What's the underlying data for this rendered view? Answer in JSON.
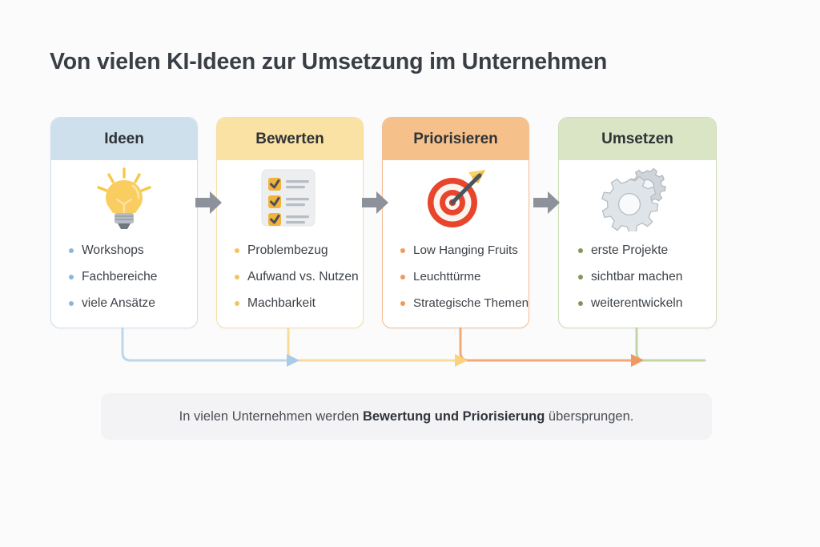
{
  "title": "Von vielen KI-Ideen zur Umsetzung im Unternehmen",
  "background_color": "#fbfbfc",
  "cards": [
    {
      "header": "Ideen",
      "icon": "lightbulb-icon",
      "header_color": "#cfe0ed",
      "border_color": "#cfe0ee",
      "bullet_color": "#8cb8d8",
      "items": [
        "Workshops",
        "Fachbereiche",
        "viele Ansätze"
      ]
    },
    {
      "header": "Bewerten",
      "icon": "checklist-icon",
      "header_color": "#fae2a4",
      "border_color": "#f6dfa6",
      "bullet_color": "#f2c462",
      "items": [
        "Problembezug",
        "Aufwand vs. Nutzen",
        "Machbarkeit"
      ]
    },
    {
      "header": "Priorisieren",
      "icon": "target-icon",
      "header_color": "#f5c08a",
      "border_color": "#f4bd92",
      "bullet_color": "#ef9a5e",
      "items": [
        "Low Hanging Fruits",
        "Leuchttürme",
        "Strategische Themen"
      ]
    },
    {
      "header": "Umsetzen",
      "icon": "gears-icon",
      "header_color": "#d9e5c4",
      "border_color": "#cfdcb8",
      "bullet_color": "#7f9a56",
      "items": [
        "erste Projekte",
        "sichtbar machen",
        "weiterentwickeln"
      ]
    }
  ],
  "step_arrows": {
    "icon": "arrow-right-icon",
    "color": "#8d9199",
    "count": 3
  },
  "feedback_connectors": [
    {
      "name": "connector-ideen-to-bewerten",
      "color": "#bcd7ec"
    },
    {
      "name": "connector-bewerten-to-priorisieren",
      "color": "#fbdc96"
    },
    {
      "name": "connector-priorisieren-to-umsetzen",
      "color": "#f3a876"
    },
    {
      "name": "connector-umsetzen-dropline",
      "color": "#c3d5a6"
    }
  ],
  "caption": {
    "prefix": "In vielen Unternehmen werden ",
    "emphasis": "Bewertung und Priorisierung",
    "suffix": " übersprungen.",
    "background_color": "#f3f3f5"
  }
}
